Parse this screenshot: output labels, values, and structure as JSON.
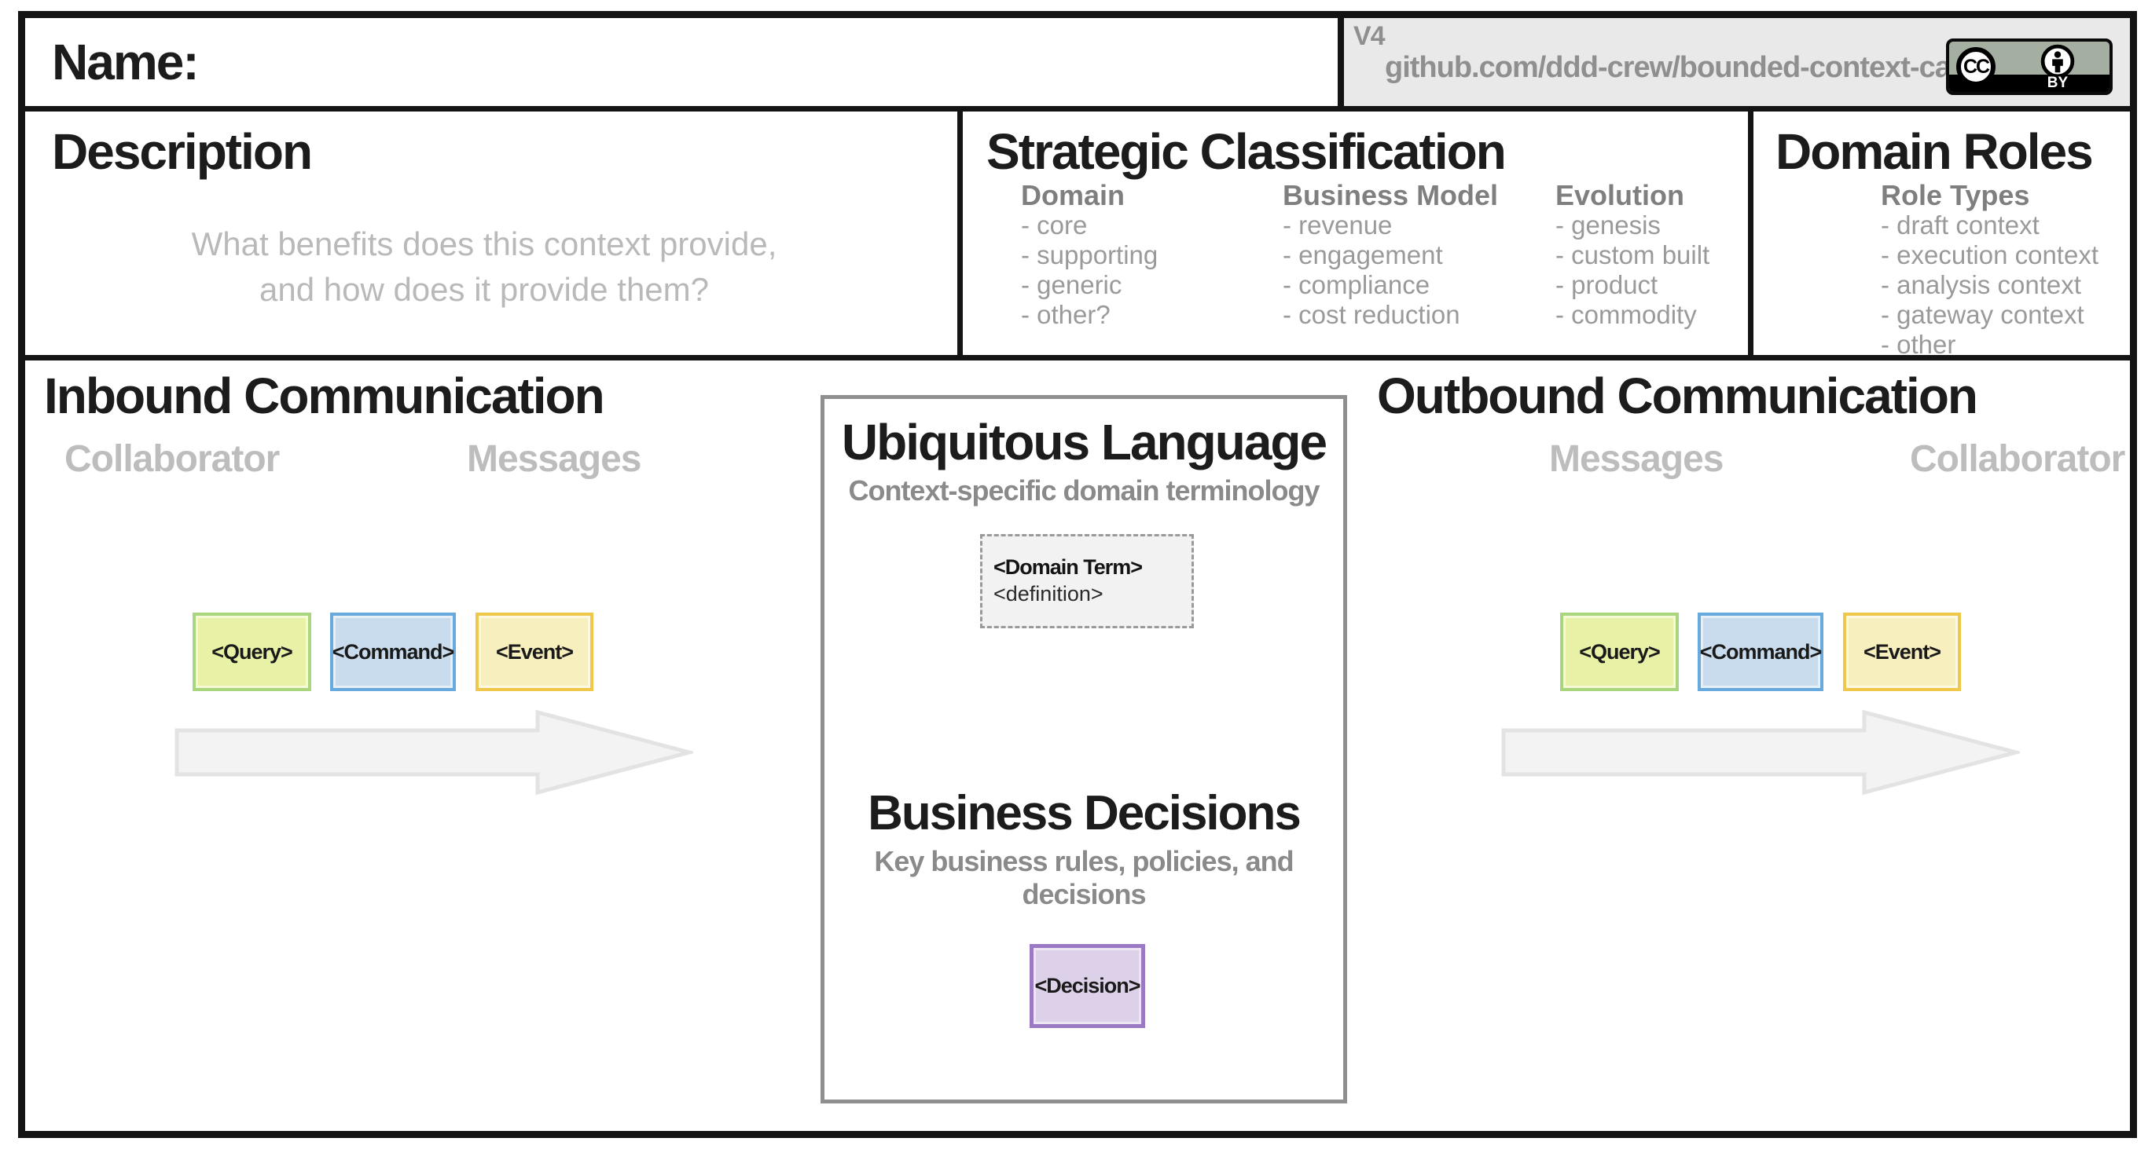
{
  "canvas": {
    "name_label": "Name:",
    "version": "V4",
    "repo_url": "github.com/ddd-crew/bounded-context-canvas",
    "license": {
      "cc": "CC",
      "by": "BY"
    }
  },
  "description": {
    "title": "Description",
    "placeholder_lines": [
      "What benefits does this context provide,",
      "and how does it provide them?"
    ]
  },
  "strategic": {
    "title": "Strategic Classification",
    "columns": [
      {
        "header": "Domain",
        "items": [
          "- core",
          "- supporting",
          "- generic",
          "- other?"
        ]
      },
      {
        "header": "Business Model",
        "items": [
          "- revenue",
          "- engagement",
          "- compliance",
          "- cost reduction"
        ]
      },
      {
        "header": "Evolution",
        "items": [
          "- genesis",
          "- custom built",
          "- product",
          "- commodity"
        ]
      }
    ]
  },
  "domain_roles": {
    "title": "Domain Roles",
    "subtitle": "Role Types",
    "items": [
      "- draft context",
      "- execution context",
      "- analysis context",
      "- gateway context",
      "- other"
    ]
  },
  "inbound": {
    "title": "Inbound Communication",
    "left_label": "Collaborator",
    "right_label": "Messages",
    "boxes": [
      {
        "label": "<Query>"
      },
      {
        "label": "<Command>"
      },
      {
        "label": "<Event>"
      }
    ]
  },
  "outbound": {
    "title": "Outbound Communication",
    "left_label": "Messages",
    "right_label": "Collaborator",
    "boxes": [
      {
        "label": "<Query>"
      },
      {
        "label": "<Command>"
      },
      {
        "label": "<Event>"
      }
    ]
  },
  "center": {
    "language_title": "Ubiquitous Language",
    "language_subtitle": "Context-specific domain terminology",
    "term_title": "<Domain Term>",
    "term_definition": "<definition>",
    "decisions_title": "Business Decisions",
    "decisions_subtitle": "Key business rules, policies, and decisions",
    "decision_label": "<Decision>"
  },
  "colors": {
    "query_fill": "#e9f1a7",
    "query_border": "#a9d57d",
    "command_fill": "#c9dcee",
    "command_border": "#68aade",
    "event_fill": "#f8efbf",
    "event_border": "#efc84b",
    "decision_fill": "#dcd1e8",
    "decision_border": "#9c7ac3",
    "arrow_fill": "#f3f3f3",
    "arrow_stroke": "#e3e3e3",
    "grid": "#141414",
    "version_bg": "#e9e9e9"
  }
}
